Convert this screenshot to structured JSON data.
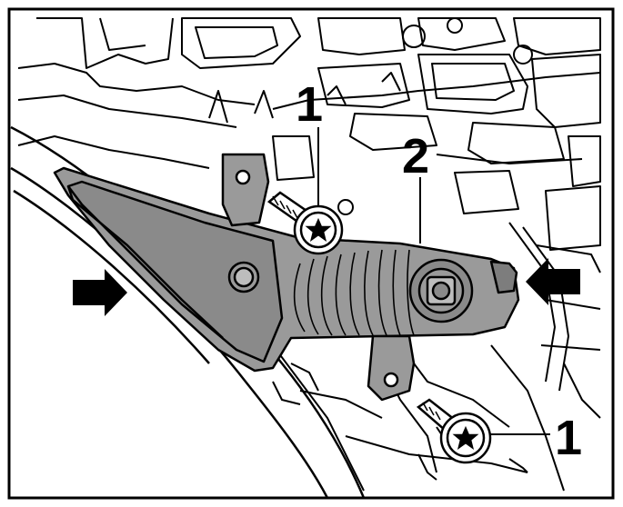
{
  "callouts": {
    "screw_top": "1",
    "light_unit": "2",
    "screw_bottom": "1"
  },
  "colors": {
    "line": "#000000",
    "part_fill": "#9a9a9a",
    "part_dark": "#7d7d7d",
    "background": "#ffffff"
  },
  "icons": [
    "arrow-right-icon",
    "arrow-left-icon",
    "screw-icon"
  ]
}
